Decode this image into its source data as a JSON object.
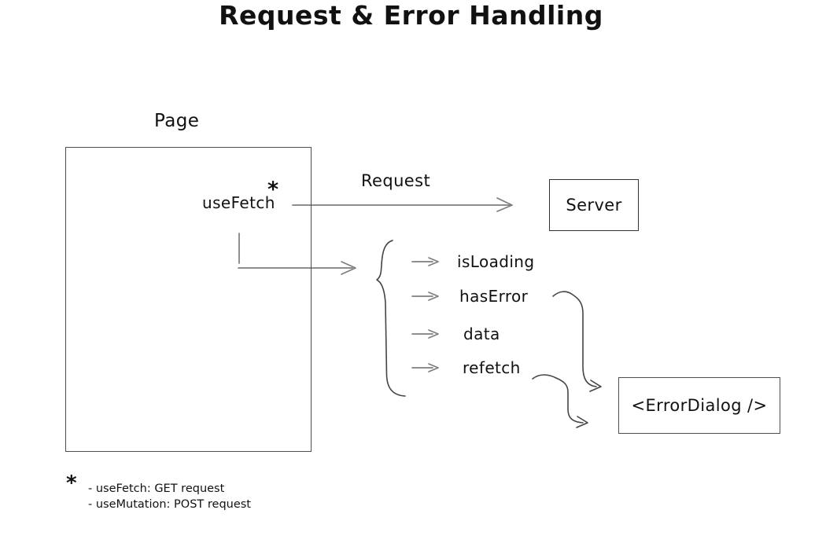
{
  "colors": {
    "bg": "#ffffff",
    "ink": "#111111",
    "box": "#4f4f4f",
    "arrow": "#7d7d7d",
    "connector": "#444444"
  },
  "title": "Request & Error Handling",
  "page": {
    "label": "Page",
    "hook_label": "useFetch",
    "hook_superscript": "*"
  },
  "request_arrow": {
    "label": "Request"
  },
  "server": {
    "label": "Server"
  },
  "hook_outputs": [
    {
      "label": "isLoading"
    },
    {
      "label": "hasError"
    },
    {
      "label": "data"
    },
    {
      "label": "refetch"
    }
  ],
  "error_dialog": {
    "label": "<ErrorDialog />"
  },
  "footnote": {
    "marker": "*",
    "lines": [
      "- useFetch: GET request",
      "- useMutation: POST request"
    ]
  }
}
